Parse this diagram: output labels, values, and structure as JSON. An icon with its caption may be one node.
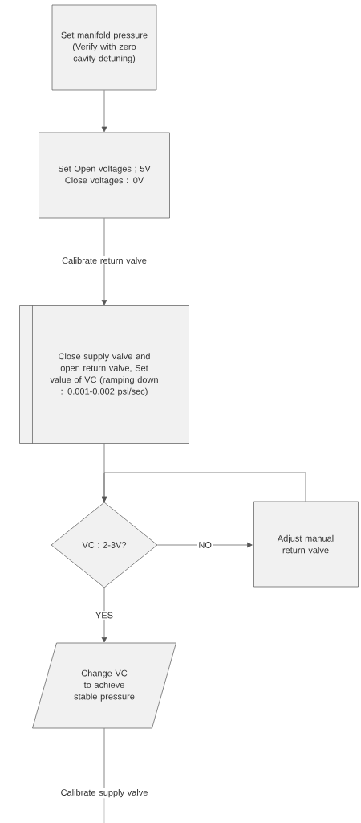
{
  "diagram": {
    "nodes": [
      {
        "text": [
          "Set manifold pressure (Verify with zero cavity detuning)"
        ]
      },
      {
        "text": [
          "Set Open voltages ; 5V Close voltages : 0V"
        ]
      },
      {
        "text": [
          "Calibrate return valve"
        ]
      },
      {
        "text": [
          "Close supply valve and open return valve, Set value of VC (ramping down : 0.001-0.002 psi/sec)"
        ]
      },
      {
        "text": [
          "VC : 2-3V?"
        ]
      },
      {
        "text": [
          "Adjust manual return valve"
        ]
      },
      {
        "text": [
          "Change VC to achieve stable pressure"
        ]
      },
      {
        "text": [
          "Calibrate supply valve"
        ]
      }
    ],
    "edges": [
      {
        "from": 0,
        "to": 1,
        "arrow": "to"
      },
      {
        "from": 1,
        "to": 2,
        "arrow": "none"
      },
      {
        "from": 2,
        "to": 3,
        "arrow": "to"
      },
      {
        "from": 3,
        "to": 4,
        "arrow": "to"
      },
      {
        "from": 4,
        "to": 5,
        "arrow": "to",
        "label": "NO"
      },
      {
        "from": 5,
        "to": 4,
        "arrow": "to"
      },
      {
        "from": 4,
        "to": 6,
        "arrow": "to",
        "label": "YES"
      },
      {
        "from": 6,
        "to": 7,
        "arrow": "none"
      },
      {
        "from": 7,
        "to": null,
        "arrow": "none"
      }
    ]
  }
}
